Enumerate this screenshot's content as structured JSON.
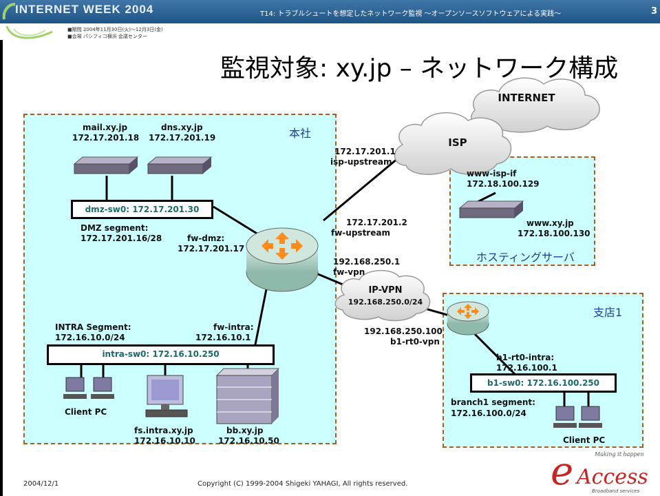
{
  "header": {
    "logo_text": "INTERNET WEEK 2004",
    "topic": "T14: トラブルシュートを想定したネットワーク監視 ～オープンソースソフトウェアによる実践～",
    "page_number": "3",
    "info_dates": "■期間 2004年11月30日(火)～12月3日(金)",
    "info_venue": "■会場 パシフィコ横浜 会議センター"
  },
  "title": "監視対象: xy.jp – ネットワーク構成",
  "zones": {
    "honsha": "本社",
    "hosting": "ホスティングサーバ",
    "branch": "支店1"
  },
  "clouds": {
    "internet": "INTERNET",
    "isp": "ISP",
    "ipvpn": "IP-VPN",
    "ipvpn_net": "192.168.250.0/24"
  },
  "hosts": {
    "mail_name": "mail.xy.jp",
    "mail_ip": "172.17.201.18",
    "dns_name": "dns.xy.jp",
    "dns_ip": "172.17.201.19",
    "www_name": "www.xy.jp",
    "www_ip": "172.18.100.130",
    "fs_name": "fs.intra.xy.jp",
    "fs_ip": "172.16.10.10",
    "bb_name": "bb.xy.jp",
    "bb_ip": "172.16.10.50",
    "client_pc": "Client PC",
    "branch_client_pc": "Client PC"
  },
  "switches": {
    "dmz": "dmz-sw0: 172.17.201.30",
    "intra": "intra-sw0: 172.16.10.250",
    "branch": "b1-sw0: 172.16.100.250"
  },
  "segments": {
    "dmz_label": "DMZ segment:",
    "dmz_net": "172.17.201.16/28",
    "intra_label": "INTRA Segment:",
    "intra_net": "172.16.10.0/24",
    "branch_label": "branch1 segment:",
    "branch_net": "172.16.100.0/24"
  },
  "interfaces": {
    "fw_dmz": "fw-dmz:",
    "fw_dmz_ip": "172.17.201.17",
    "fw_upstream_ip": "172.17.201.2",
    "fw_upstream": "fw-upstream",
    "isp_upstream_ip": "172.17.201.1",
    "isp_upstream": "isp-upstream",
    "www_isp_if": "www-isp-if",
    "www_isp_if_ip": "172.18.100.129",
    "fw_vpn_ip": "192.168.250.1",
    "fw_vpn": "fw-vpn",
    "fw_intra": "fw-intra:",
    "fw_intra_ip": "172.16.10.1",
    "b1_vpn_ip": "192.168.250.100",
    "b1_vpn": "b1-rt0-vpn",
    "b1_intra": "b1-rt0-intra:",
    "b1_intra_ip": "172.16.100.1"
  },
  "footer": {
    "date": "2004/12/1",
    "copyright": "Copyright (C) 1999-2004 Shigeki YAHAGI, All rights reserved.",
    "logo_tagline": "Making it happen",
    "logo_e": "e",
    "logo_text": "Access",
    "logo_sub": "Broadband services"
  }
}
